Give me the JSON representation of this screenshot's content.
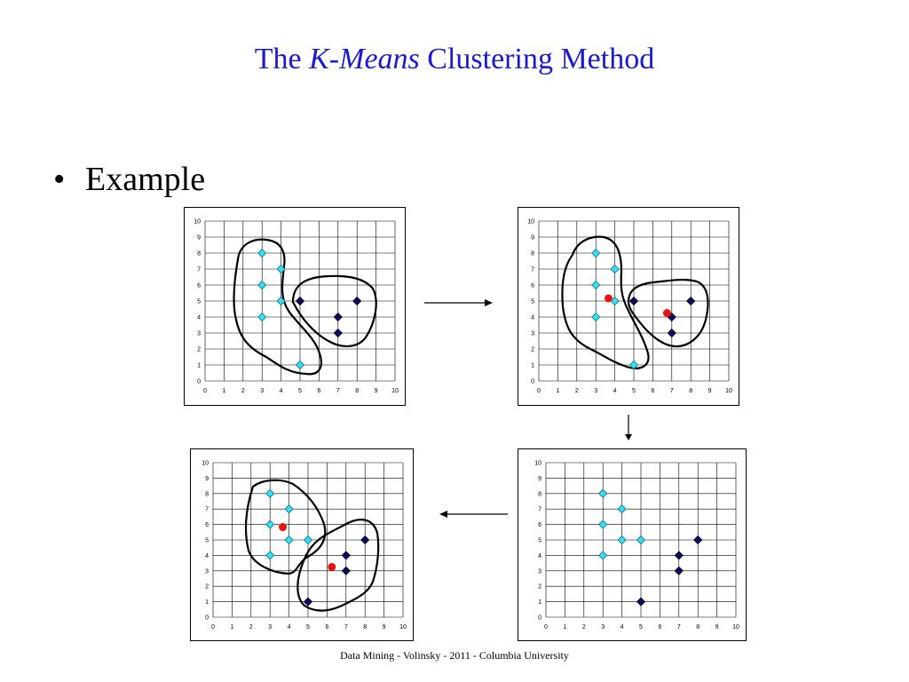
{
  "title": {
    "prefix": "The ",
    "italic": "K-Means",
    "suffix": " Clustering Method"
  },
  "bullet": "Example",
  "footer": "Data Mining - Volinsky - 2011 -  Columbia University",
  "colors": {
    "title": "#1a1ad0",
    "cluster_a": "#33e0f0",
    "cluster_b": "#0a0a6e",
    "centroid": "#ee1111"
  },
  "chart_data": [
    {
      "type": "scatter",
      "xlim": [
        0,
        10
      ],
      "ylim": [
        0,
        10
      ],
      "xticks": [
        "0",
        "1",
        "2",
        "3",
        "4",
        "5",
        "6",
        "7",
        "8",
        "9",
        "10"
      ],
      "yticks": [
        "0",
        "1",
        "2",
        "3",
        "4",
        "5",
        "6",
        "7",
        "8",
        "9",
        "10"
      ],
      "grid": true,
      "series": [
        {
          "x": [
            3,
            4,
            3,
            4,
            3,
            5
          ],
          "y": [
            8,
            7,
            6,
            5,
            4,
            1
          ]
        },
        {
          "x": [
            5,
            8,
            7,
            7
          ],
          "y": [
            5,
            5,
            4,
            3
          ]
        }
      ],
      "centroids": []
    },
    {
      "type": "scatter",
      "xlim": [
        0,
        10
      ],
      "ylim": [
        0,
        10
      ],
      "xticks": [
        "0",
        "1",
        "2",
        "3",
        "4",
        "5",
        "6",
        "7",
        "8",
        "9",
        "10"
      ],
      "yticks": [
        "0",
        "1",
        "2",
        "3",
        "4",
        "5",
        "6",
        "7",
        "8",
        "9",
        "10"
      ],
      "grid": true,
      "series": [
        {
          "x": [
            3,
            4,
            3,
            4,
            3,
            5
          ],
          "y": [
            8,
            7,
            6,
            5,
            4,
            1
          ]
        },
        {
          "x": [
            5,
            8,
            7,
            7
          ],
          "y": [
            5,
            5,
            4,
            3
          ]
        }
      ],
      "centroids": [
        {
          "x": 3.67,
          "y": 5.17
        },
        {
          "x": 6.75,
          "y": 4.25
        }
      ]
    },
    {
      "type": "scatter",
      "xlim": [
        0,
        10
      ],
      "ylim": [
        0,
        10
      ],
      "xticks": [
        "0",
        "1",
        "2",
        "3",
        "4",
        "5",
        "6",
        "7",
        "8",
        "9",
        "10"
      ],
      "yticks": [
        "0",
        "1",
        "2",
        "3",
        "4",
        "5",
        "6",
        "7",
        "8",
        "9",
        "10"
      ],
      "grid": true,
      "series": [
        {
          "x": [
            3,
            4,
            3,
            4,
            5,
            3
          ],
          "y": [
            8,
            7,
            6,
            5,
            5,
            4
          ]
        },
        {
          "x": [
            8,
            7,
            7,
            5
          ],
          "y": [
            5,
            4,
            3,
            1
          ]
        }
      ],
      "centroids": []
    },
    {
      "type": "scatter",
      "xlim": [
        0,
        10
      ],
      "ylim": [
        0,
        10
      ],
      "xticks": [
        "0",
        "1",
        "2",
        "3",
        "4",
        "5",
        "6",
        "7",
        "8",
        "9",
        "10"
      ],
      "yticks": [
        "0",
        "1",
        "2",
        "3",
        "4",
        "5",
        "6",
        "7",
        "8",
        "9",
        "10"
      ],
      "grid": true,
      "series": [
        {
          "x": [
            3,
            4,
            3,
            4,
            5,
            3
          ],
          "y": [
            8,
            7,
            6,
            5,
            5,
            4
          ]
        },
        {
          "x": [
            8,
            7,
            7,
            5
          ],
          "y": [
            5,
            4,
            3,
            1
          ]
        }
      ],
      "centroids": [
        {
          "x": 3.67,
          "y": 5.83
        },
        {
          "x": 6.25,
          "y": 3.25
        }
      ]
    }
  ]
}
